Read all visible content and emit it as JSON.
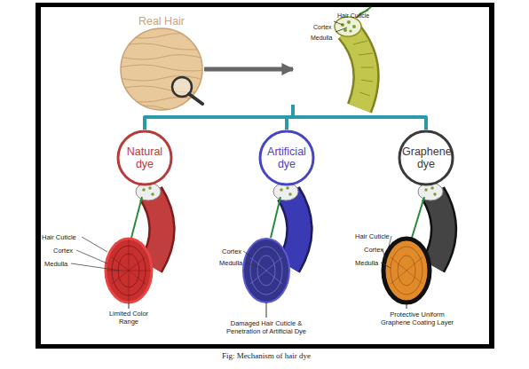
{
  "diagram": {
    "caption": "Fig: Mechanism of hair dye",
    "nodes": [
      {
        "text": [
          "Real Hair"
        ]
      },
      {
        "text": [
          "Hair Cuticle",
          "Cortex",
          "Medulla"
        ]
      },
      {
        "text": [
          "Natural dye"
        ]
      },
      {
        "text": [
          "Artificial dye"
        ]
      },
      {
        "text": [
          "Graphene dye"
        ]
      }
    ],
    "edges": [
      {
        "from": 0,
        "to": 1,
        "arrow": "to"
      },
      {
        "from": 1,
        "to": 2,
        "arrow": "none"
      },
      {
        "from": 1,
        "to": 3,
        "arrow": "none"
      },
      {
        "from": 1,
        "to": 4,
        "arrow": "none"
      }
    ],
    "labels": [
      "Hair Cuticle",
      "Cortex",
      "Medulla",
      "Limited Color Range",
      "Cortex",
      "Medulla",
      "Damaged Hair Cuticle & Penetration of Artificial Dye",
      "Hair Cuticle",
      "Cortex",
      "Medulla",
      "Protective Uniform Graphene Coating Layer"
    ]
  }
}
